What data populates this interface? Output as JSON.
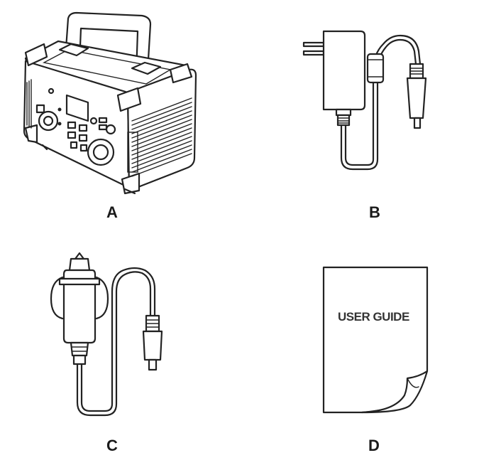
{
  "items": [
    {
      "label": "A",
      "icon": "power-station-icon"
    },
    {
      "label": "B",
      "icon": "wall-adapter-icon"
    },
    {
      "label": "C",
      "icon": "car-charger-cable-icon"
    },
    {
      "label": "D",
      "icon": "user-guide-icon"
    }
  ],
  "user_guide": {
    "title": "USER GUIDE"
  }
}
